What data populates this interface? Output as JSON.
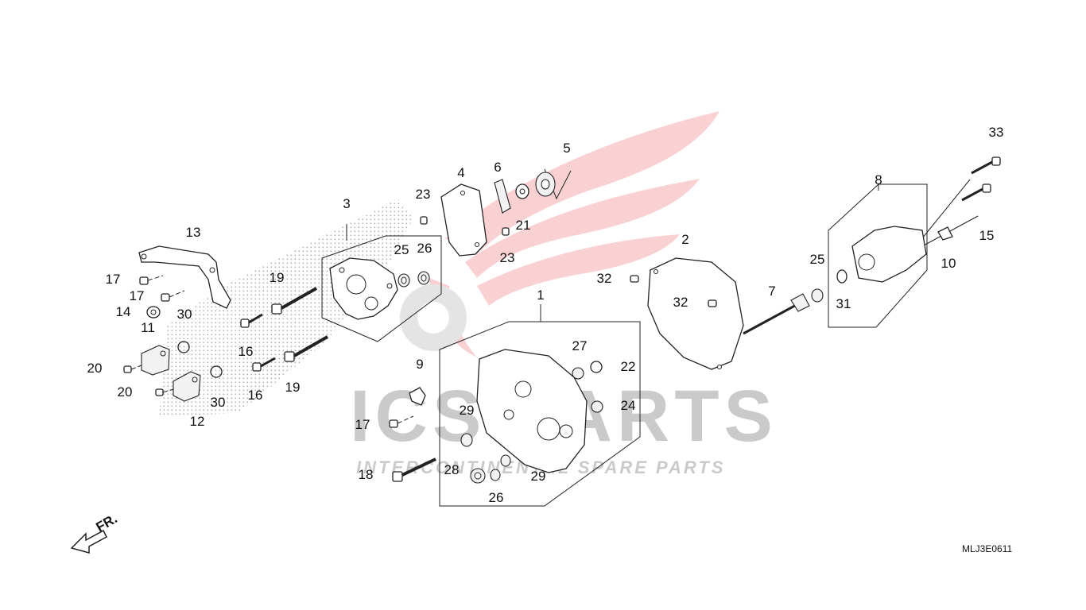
{
  "diagram": {
    "code": "MLJ3E0611",
    "front_arrow": "FR."
  },
  "watermark": {
    "main": "ICS PARTS",
    "sub": "INTERCONTINENTAL SPARE PARTS",
    "color": "#e8323c"
  },
  "callouts": [
    "1",
    "2",
    "3",
    "4",
    "5",
    "6",
    "7",
    "8",
    "9",
    "10",
    "11",
    "12",
    "13",
    "14",
    "15",
    "16",
    "16",
    "17",
    "17",
    "17",
    "18",
    "19",
    "19",
    "20",
    "20",
    "21",
    "22",
    "23",
    "23",
    "24",
    "25",
    "25",
    "26",
    "26",
    "27",
    "28",
    "29",
    "29",
    "30",
    "30",
    "31",
    "32",
    "32",
    "33"
  ]
}
